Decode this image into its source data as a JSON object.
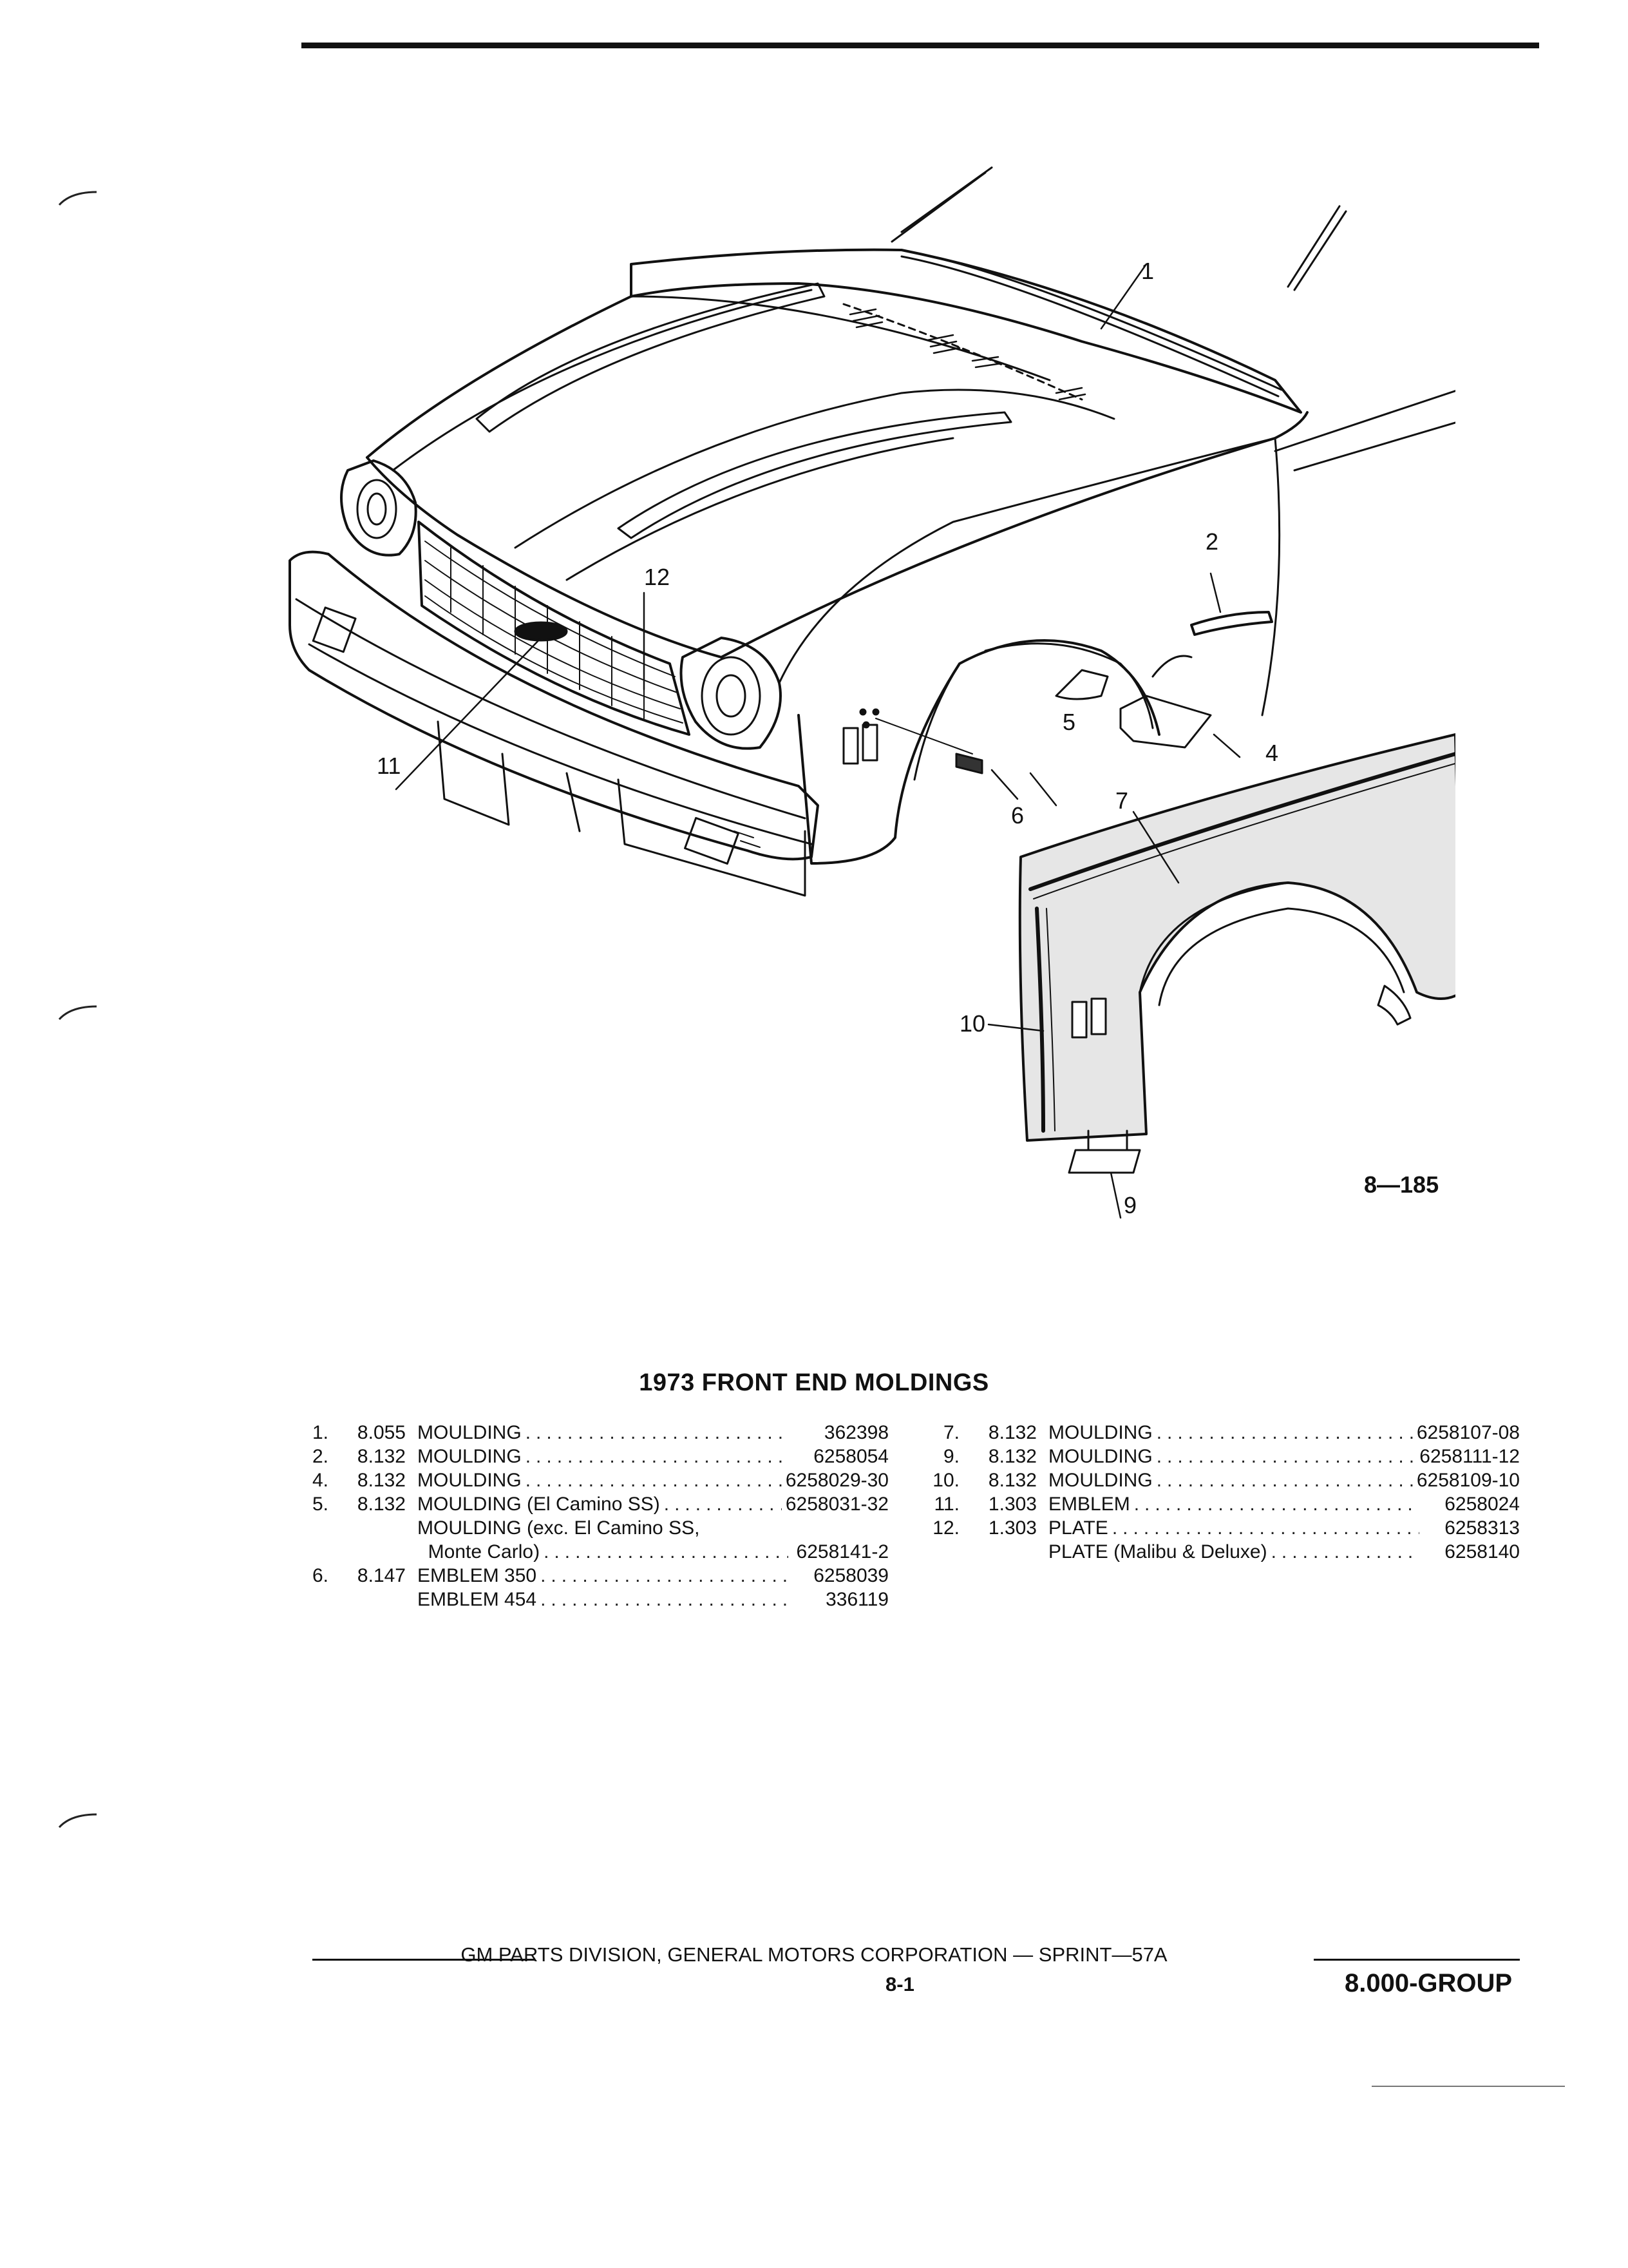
{
  "figure": {
    "id": "8—185",
    "callouts": [
      "1",
      "2",
      "4",
      "5",
      "6",
      "7",
      "9",
      "10",
      "11",
      "12"
    ]
  },
  "title": "1973 FRONT END MOLDINGS",
  "parts_left": [
    {
      "num": "1.",
      "group": "8.055",
      "desc": "MOULDING",
      "pn": "362398",
      "dots": true
    },
    {
      "num": "2.",
      "group": "8.132",
      "desc": "MOULDING",
      "pn": "6258054",
      "dots": true
    },
    {
      "num": "4.",
      "group": "8.132",
      "desc": "MOULDING",
      "pn": "6258029-30",
      "dots": true
    },
    {
      "num": "5.",
      "group": "8.132",
      "desc": "MOULDING (El Camino SS)",
      "pn": "6258031-32",
      "dots": true
    },
    {
      "num": "",
      "group": "",
      "desc": "MOULDING (exc. El Camino SS,",
      "pn": "",
      "dots": false
    },
    {
      "num": "",
      "group": "",
      "desc": "  Monte Carlo)",
      "pn": "6258141-2",
      "dots": true
    },
    {
      "num": "6.",
      "group": "8.147",
      "desc": "EMBLEM 350",
      "pn": "6258039",
      "dots": true
    },
    {
      "num": "",
      "group": "",
      "desc": "EMBLEM 454",
      "pn": "336119",
      "dots": true
    }
  ],
  "parts_right": [
    {
      "num": "7.",
      "group": "8.132",
      "desc": "MOULDING",
      "pn": "6258107-08",
      "dots": true
    },
    {
      "num": "9.",
      "group": "8.132",
      "desc": "MOULDING",
      "pn": "6258111-12",
      "dots": true
    },
    {
      "num": "10.",
      "group": "8.132",
      "desc": "MOULDING",
      "pn": "6258109-10",
      "dots": true
    },
    {
      "num": "11.",
      "group": "1.303",
      "desc": "EMBLEM",
      "pn": "6258024",
      "dots": true
    },
    {
      "num": "12.",
      "group": "1.303",
      "desc": "PLATE",
      "pn": "6258313",
      "dots": true
    },
    {
      "num": "",
      "group": "",
      "desc": "PLATE (Malibu & Deluxe)",
      "pn": "6258140",
      "dots": true
    }
  ],
  "footer": {
    "text": "GM PARTS DIVISION, GENERAL MOTORS CORPORATION — SPRINT—57A",
    "page": "8-1",
    "group": "8.000-GROUP"
  }
}
